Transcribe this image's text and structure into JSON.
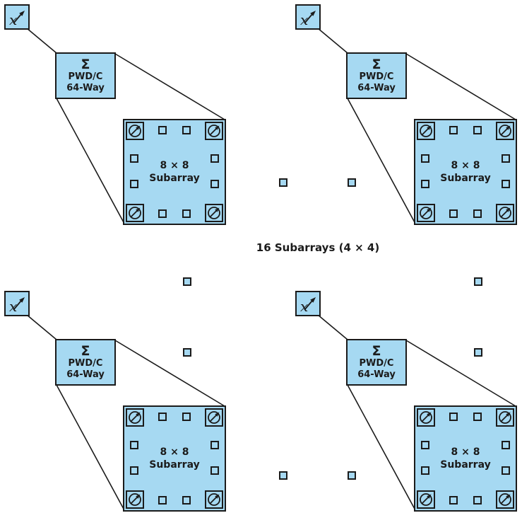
{
  "diagram": {
    "title": "16 Subarrays (4 × 4)",
    "input_symbol": "x",
    "pwdc_box": {
      "sigma": "Σ",
      "name": "PWD/C",
      "ways": "64-Way"
    },
    "subarray_box": {
      "size": "8 × 8",
      "name": "Subarray"
    },
    "counts": {
      "subarray_blocks_shown": 4,
      "scattered_element_squares": 8,
      "phase_shifters_per_subarray": 4,
      "edge_element_squares_per_subarray": 8
    },
    "icons": {
      "input": "variable-attenuator-icon",
      "corner": "phase-shifter-icon"
    },
    "colors": {
      "fill": "#a6d9f2",
      "stroke": "#1b1b1b",
      "background": "#ffffff"
    }
  }
}
